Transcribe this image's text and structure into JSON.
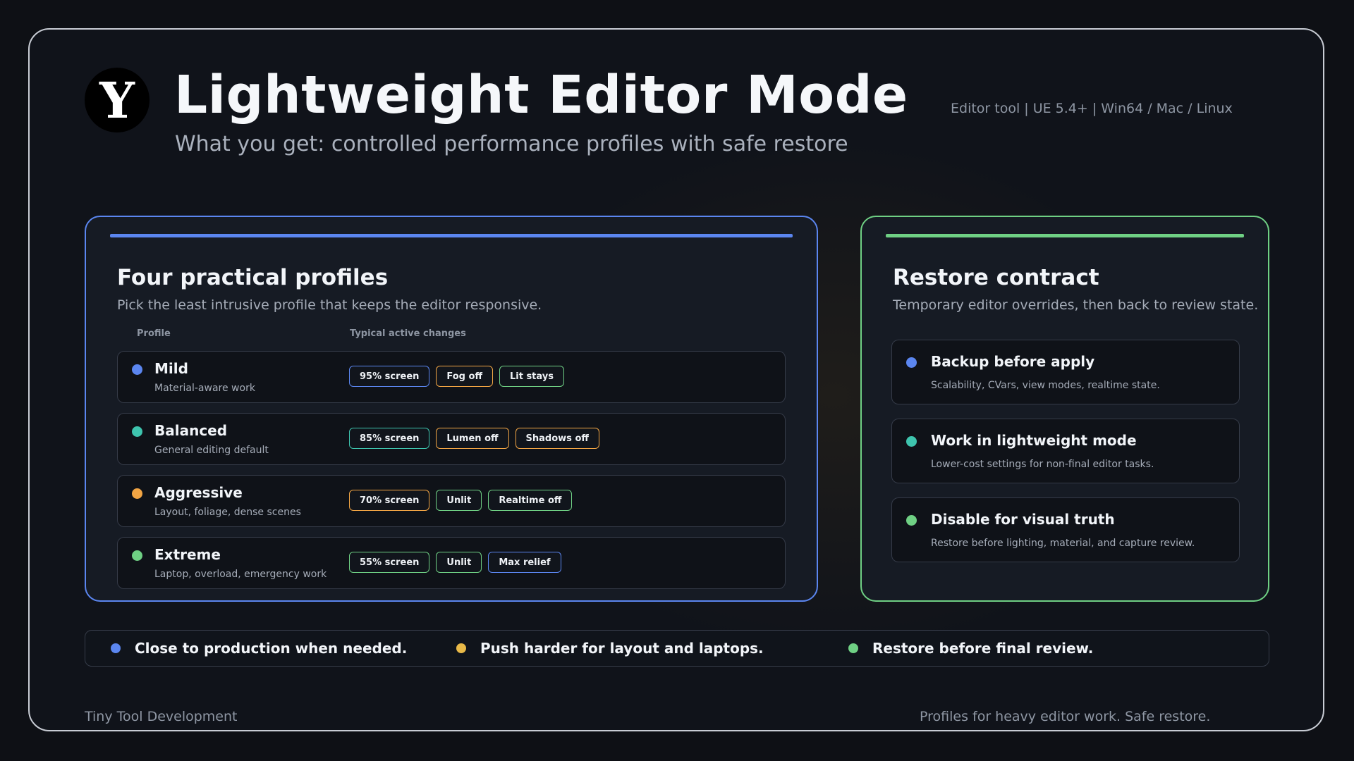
{
  "header": {
    "logo_letter": "Y",
    "title": "Lightweight Editor Mode",
    "subtitle": "What you get: controlled performance profiles with safe restore",
    "meta": "Editor tool  |  UE 5.4+  |  Win64 / Mac / Linux"
  },
  "colors": {
    "blue": "#5b86f0",
    "teal": "#3ec4ae",
    "orange": "#f2a544",
    "green": "#6fd084",
    "yellow": "#e8b948"
  },
  "profiles_panel": {
    "title": "Four practical profiles",
    "description": "Pick the least intrusive profile that keeps the editor responsive.",
    "col_profile": "Profile",
    "col_changes": "Typical active changes",
    "rows": [
      {
        "name": "Mild",
        "desc": "Material-aware work",
        "dot": "blue",
        "chips": [
          {
            "label": "95% screen",
            "color": "blue"
          },
          {
            "label": "Fog off",
            "color": "orange"
          },
          {
            "label": "Lit stays",
            "color": "green"
          }
        ]
      },
      {
        "name": "Balanced",
        "desc": "General editing default",
        "dot": "teal",
        "chips": [
          {
            "label": "85% screen",
            "color": "teal"
          },
          {
            "label": "Lumen off",
            "color": "orange"
          },
          {
            "label": "Shadows off",
            "color": "orange"
          }
        ]
      },
      {
        "name": "Aggressive",
        "desc": "Layout, foliage, dense scenes",
        "dot": "orange",
        "chips": [
          {
            "label": "70% screen",
            "color": "orange"
          },
          {
            "label": "Unlit",
            "color": "green"
          },
          {
            "label": "Realtime off",
            "color": "green"
          }
        ]
      },
      {
        "name": "Extreme",
        "desc": "Laptop, overload, emergency work",
        "dot": "green",
        "chips": [
          {
            "label": "55% screen",
            "color": "green"
          },
          {
            "label": "Unlit",
            "color": "green"
          },
          {
            "label": "Max relief",
            "color": "blue"
          }
        ]
      }
    ]
  },
  "restore_panel": {
    "title": "Restore contract",
    "description": "Temporary editor overrides, then back to review state.",
    "steps": [
      {
        "title": "Backup before apply",
        "desc": "Scalability, CVars, view modes, realtime state.",
        "dot": "blue"
      },
      {
        "title": "Work in lightweight mode",
        "desc": "Lower-cost settings for non-final editor tasks.",
        "dot": "teal"
      },
      {
        "title": "Disable for visual truth",
        "desc": "Restore before lighting, material, and capture review.",
        "dot": "green"
      }
    ]
  },
  "summary": [
    {
      "text": "Close to production when needed.",
      "dot": "blue"
    },
    {
      "text": "Push harder for layout and laptops.",
      "dot": "yellow"
    },
    {
      "text": "Restore before final review.",
      "dot": "green"
    }
  ],
  "footer": {
    "left": "Tiny Tool Development",
    "right": "Profiles for heavy editor work. Safe restore."
  }
}
